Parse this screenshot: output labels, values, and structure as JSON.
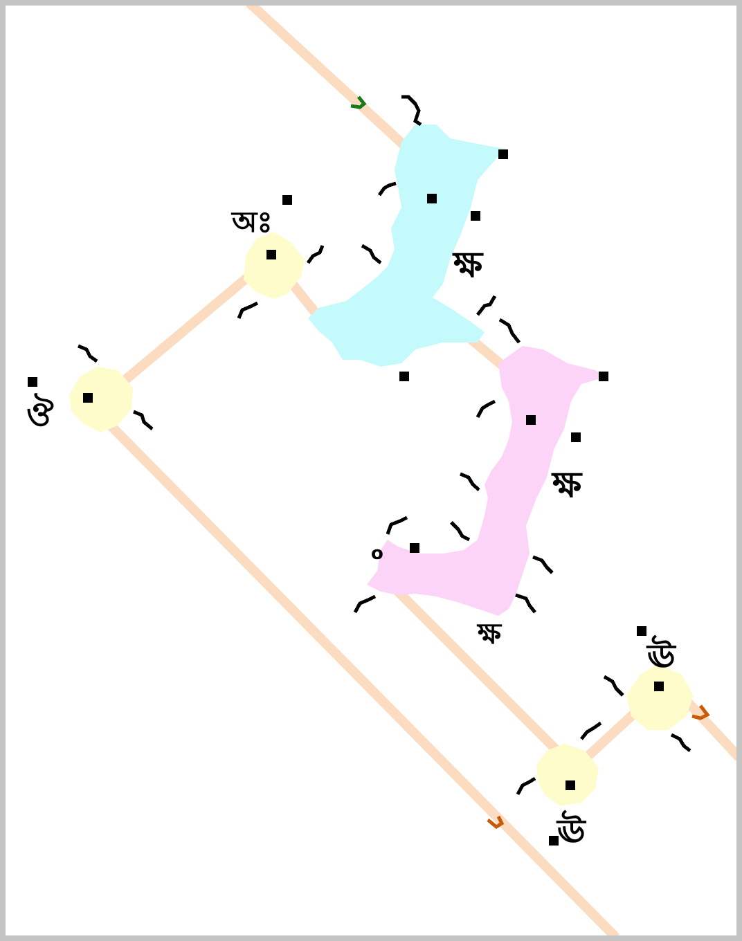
{
  "map": {
    "colors": {
      "frame": "#c4c4c4",
      "background": "#ffffff",
      "road": "#fcdcc0",
      "junction": "#fffccc",
      "region_cyan": "#c4fafc",
      "region_pink": "#fcd4f8",
      "marker": "#000000",
      "arrow_green": "#1a7a1a",
      "arrow_orange": "#c85a0a"
    },
    "labels": {
      "junction_top": "অঃ",
      "junction_left": "ঔ",
      "cyan_region": "ক্ষ",
      "pink_region": "ক্ষ",
      "pink_bottom": "ক্ষ",
      "junction_br_top": "ঊ",
      "junction_br_bottom": "ঊ"
    },
    "icons": {
      "road_junction": "junction-node-icon",
      "tick": "tick-glyph-icon",
      "dot": "square-marker-icon",
      "arrow": "direction-arrow-icon"
    }
  }
}
